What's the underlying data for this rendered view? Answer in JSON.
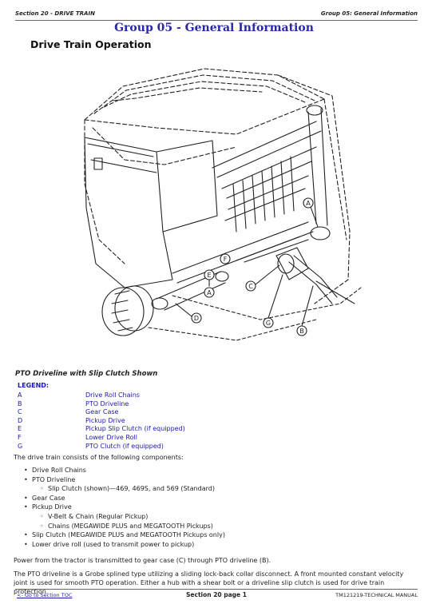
{
  "header": {
    "section": "Section 20 - DRIVE TRAIN",
    "group": "Group 05: General Information"
  },
  "group_title": "Group 05 - General Information",
  "section_title": "Drive Train Operation",
  "illustration": {
    "callouts": [
      "A",
      "F",
      "E",
      "A",
      "C",
      "D",
      "G",
      "B"
    ]
  },
  "caption": "PTO Driveline with Slip Clutch Shown",
  "legend": {
    "title": "LEGEND:",
    "items": [
      {
        "key": "A",
        "label": "Drive Roll Chains"
      },
      {
        "key": "B",
        "label": "PTO Driveline"
      },
      {
        "key": "C",
        "label": "Gear Case"
      },
      {
        "key": "D",
        "label": "Pickup Drive"
      },
      {
        "key": "E",
        "label": "Pickup Slip Clutch (if equipped)"
      },
      {
        "key": "F",
        "label": "Lower Drive Roll"
      },
      {
        "key": "G",
        "label": "PTO Clutch (if equipped)"
      }
    ]
  },
  "intro": "The drive train consists of the following components:",
  "components": [
    "Drive Roll Chains",
    "PTO Driveline",
    "Slip Clutch (shown)—469, 469S, and 569 (Standard)",
    "Gear Case",
    "Pickup Drive",
    "V-Belt & Chain (Regular Pickup)",
    "Chains (MEGAWIDE PLUS and MEGATOOTH Pickups)",
    "Slip Clutch (MEGAWIDE PLUS and MEGATOOTH Pickups only)",
    "Lower drive roll (used to transmit power to pickup)"
  ],
  "para1": "Power from the tractor is transmitted to gear case (C) through PTO driveline (B).",
  "para2": "The PTO driveline is a Grobe splined type utilizing a sliding lock-back collar disconnect. A front mounted constant velocity joint is used for smooth PTO operation. Either a hub with a shear bolt or a driveline slip clutch is used for drive train protection.",
  "footer": {
    "toc_link": "<- Go to Section TOC",
    "page": "Section 20 page 1",
    "manual": "TM121219-TECHNICAL MANUAL"
  }
}
